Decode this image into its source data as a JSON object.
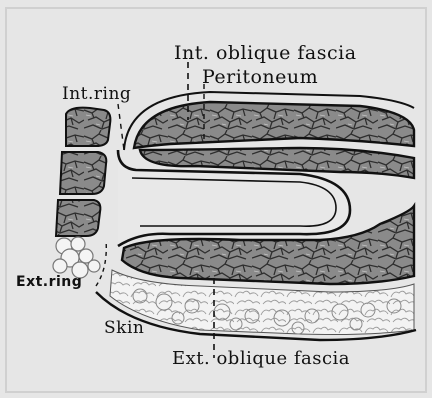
{
  "labels": {
    "int_oblique_fascia": "Int. oblique fascia",
    "peritoneum": "Peritoneum",
    "int_ring": "Int.ring",
    "ext_ring": "Ext.ring",
    "skin": "Skin",
    "ext_oblique_fascia": "Ext. oblique fascia"
  },
  "colors": {
    "background": "#e6e6e6",
    "muscle_fill": "#8a8a8a",
    "muscle_crack": "#2e2e2e",
    "fat_fill": "#f3f3f3",
    "outline": "#111111"
  }
}
